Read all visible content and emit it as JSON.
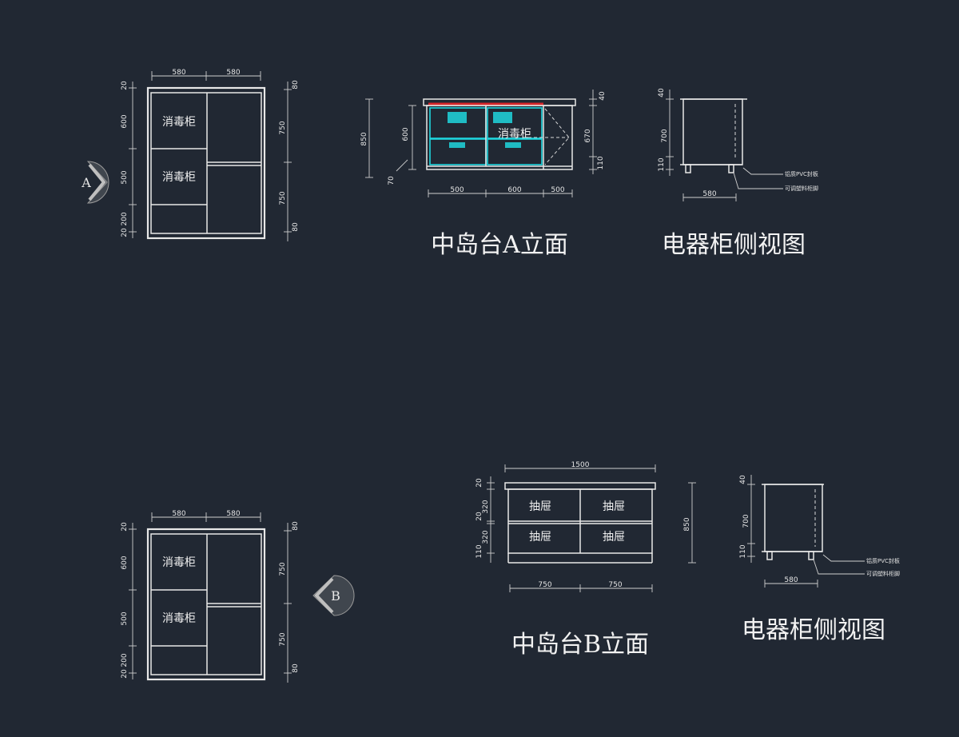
{
  "views": {
    "plan_a": {
      "top_dims": [
        "580",
        "580"
      ],
      "left_dims": [
        "20",
        "600",
        "500",
        "200",
        "20"
      ],
      "right_dims": [
        "80",
        "750",
        "750",
        "80"
      ],
      "cells": [
        "消毒柜",
        "消毒柜"
      ],
      "marker": "A"
    },
    "elev_a": {
      "title": "中岛台A立面",
      "left_dims": [
        "850",
        "600",
        "70"
      ],
      "right_dims": [
        "40",
        "670",
        "110"
      ],
      "bottom_dims": [
        "500",
        "600",
        "500"
      ],
      "cell": "消毒柜"
    },
    "side_a": {
      "title": "电器柜侧视图",
      "left_dims": [
        "40",
        "700",
        "110"
      ],
      "bottom_dim": "580",
      "notes": [
        "铝质PVC封板",
        "可调塑料柜脚"
      ]
    },
    "plan_b": {
      "top_dims": [
        "580",
        "580"
      ],
      "left_dims": [
        "20",
        "600",
        "500",
        "200",
        "20"
      ],
      "right_dims": [
        "80",
        "750",
        "750",
        "80"
      ],
      "cells": [
        "消毒柜",
        "消毒柜"
      ],
      "marker": "B"
    },
    "elev_b": {
      "title": "中岛台B立面",
      "top_dim": "1500",
      "left_dims": [
        "20",
        "320",
        "20",
        "320",
        "110"
      ],
      "right_dim": "850",
      "bottom_dims": [
        "750",
        "750"
      ],
      "drawers": [
        "抽屉",
        "抽屉",
        "抽屉",
        "抽屉"
      ]
    },
    "side_b": {
      "title": "电器柜侧视图",
      "left_dims": [
        "40",
        "700",
        "110"
      ],
      "bottom_dim": "580",
      "notes": [
        "铝质PVC封板",
        "可调塑料柜脚"
      ]
    }
  },
  "colors": {
    "background": "#212833",
    "line": "#e8e8e8",
    "cyan": "#1fd6de",
    "red": "#d8262a"
  }
}
